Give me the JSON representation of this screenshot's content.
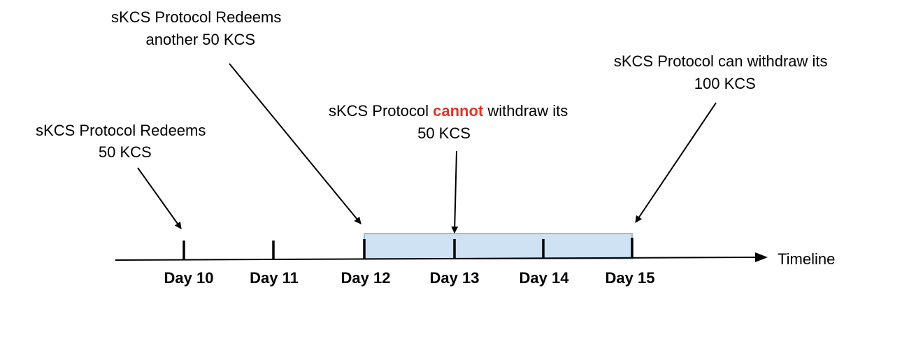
{
  "colors": {
    "text": "#000000",
    "emphasis": "#e03526",
    "window_fill": "#cfe2f3",
    "window_stroke": "#9bbcd9",
    "line": "#000000"
  },
  "timeline": {
    "label": "Timeline",
    "days": [
      "Day 10",
      "Day 11",
      "Day 12",
      "Day 13",
      "Day 14",
      "Day 15"
    ]
  },
  "annotations": {
    "redeem_first": {
      "line1": "sKCS Protocol Redeems",
      "line2": "50 KCS"
    },
    "redeem_second": {
      "line1": "sKCS Protocol Redeems",
      "line2": "another 50 KCS"
    },
    "cannot_withdraw": {
      "prefix": "sKCS Protocol ",
      "emphasis": "cannot",
      "suffix": " withdraw its",
      "line2": "50 KCS"
    },
    "can_withdraw": {
      "line1": "sKCS Protocol can withdraw its",
      "line2": "100 KCS"
    }
  }
}
